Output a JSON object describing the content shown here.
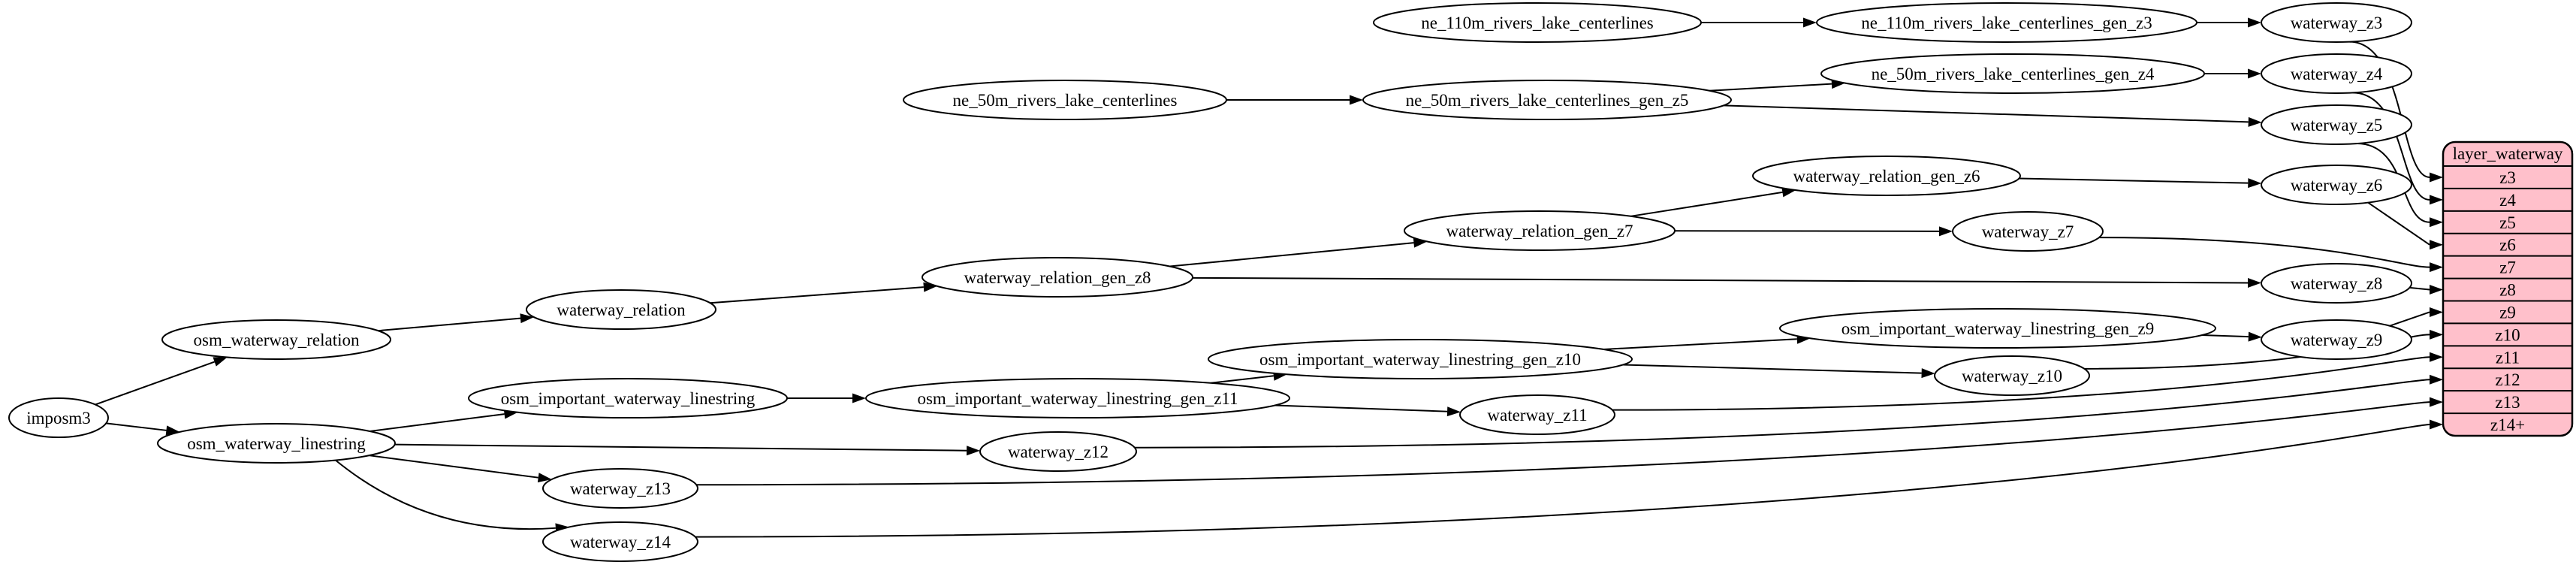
{
  "diagram": {
    "type": "graphviz-etl-graph",
    "nodes": [
      {
        "id": "imposm3",
        "label": "imposm3"
      },
      {
        "id": "osm_waterway_relation",
        "label": "osm_waterway_relation"
      },
      {
        "id": "osm_waterway_linestring",
        "label": "osm_waterway_linestring"
      },
      {
        "id": "waterway_relation",
        "label": "waterway_relation"
      },
      {
        "id": "osm_important_waterway_linestring",
        "label": "osm_important_waterway_linestring"
      },
      {
        "id": "waterway_relation_gen_z8",
        "label": "waterway_relation_gen_z8"
      },
      {
        "id": "waterway_relation_gen_z7",
        "label": "waterway_relation_gen_z7"
      },
      {
        "id": "waterway_relation_gen_z6",
        "label": "waterway_relation_gen_z6"
      },
      {
        "id": "ne_110m_rivers_lake_centerlines",
        "label": "ne_110m_rivers_lake_centerlines"
      },
      {
        "id": "ne_110m_rivers_lake_centerlines_gen_z3",
        "label": "ne_110m_rivers_lake_centerlines_gen_z3"
      },
      {
        "id": "ne_50m_rivers_lake_centerlines",
        "label": "ne_50m_rivers_lake_centerlines"
      },
      {
        "id": "ne_50m_rivers_lake_centerlines_gen_z5",
        "label": "ne_50m_rivers_lake_centerlines_gen_z5"
      },
      {
        "id": "ne_50m_rivers_lake_centerlines_gen_z4",
        "label": "ne_50m_rivers_lake_centerlines_gen_z4"
      },
      {
        "id": "osm_important_waterway_linestring_gen_z11",
        "label": "osm_important_waterway_linestring_gen_z11"
      },
      {
        "id": "osm_important_waterway_linestring_gen_z10",
        "label": "osm_important_waterway_linestring_gen_z10"
      },
      {
        "id": "osm_important_waterway_linestring_gen_z9",
        "label": "osm_important_waterway_linestring_gen_z9"
      },
      {
        "id": "waterway_z3",
        "label": "waterway_z3"
      },
      {
        "id": "waterway_z4",
        "label": "waterway_z4"
      },
      {
        "id": "waterway_z5",
        "label": "waterway_z5"
      },
      {
        "id": "waterway_z6",
        "label": "waterway_z6"
      },
      {
        "id": "waterway_z7",
        "label": "waterway_z7"
      },
      {
        "id": "waterway_z8",
        "label": "waterway_z8"
      },
      {
        "id": "waterway_z9",
        "label": "waterway_z9"
      },
      {
        "id": "waterway_z10",
        "label": "waterway_z10"
      },
      {
        "id": "waterway_z11",
        "label": "waterway_z11"
      },
      {
        "id": "waterway_z12",
        "label": "waterway_z12"
      },
      {
        "id": "waterway_z13",
        "label": "waterway_z13"
      },
      {
        "id": "waterway_z14",
        "label": "waterway_z14"
      }
    ],
    "table": {
      "id": "layer_waterway",
      "title": "layer_waterway",
      "rows": [
        "z3",
        "z4",
        "z5",
        "z6",
        "z7",
        "z8",
        "z9",
        "z10",
        "z11",
        "z12",
        "z13",
        "z14+"
      ]
    },
    "edges": [
      [
        "ne_110m_rivers_lake_centerlines",
        "ne_110m_rivers_lake_centerlines_gen_z3"
      ],
      [
        "ne_110m_rivers_lake_centerlines_gen_z3",
        "waterway_z3"
      ],
      [
        "ne_50m_rivers_lake_centerlines",
        "ne_50m_rivers_lake_centerlines_gen_z5"
      ],
      [
        "ne_50m_rivers_lake_centerlines_gen_z5",
        "ne_50m_rivers_lake_centerlines_gen_z4"
      ],
      [
        "ne_50m_rivers_lake_centerlines_gen_z5",
        "waterway_z5"
      ],
      [
        "ne_50m_rivers_lake_centerlines_gen_z4",
        "waterway_z4"
      ],
      [
        "imposm3",
        "osm_waterway_relation"
      ],
      [
        "imposm3",
        "osm_waterway_linestring"
      ],
      [
        "osm_waterway_relation",
        "waterway_relation"
      ],
      [
        "waterway_relation",
        "waterway_relation_gen_z8"
      ],
      [
        "waterway_relation_gen_z8",
        "waterway_relation_gen_z7"
      ],
      [
        "waterway_relation_gen_z8",
        "waterway_z8"
      ],
      [
        "waterway_relation_gen_z7",
        "waterway_relation_gen_z6"
      ],
      [
        "waterway_relation_gen_z7",
        "waterway_z7"
      ],
      [
        "waterway_relation_gen_z6",
        "waterway_z6"
      ],
      [
        "osm_waterway_linestring",
        "osm_important_waterway_linestring"
      ],
      [
        "osm_waterway_linestring",
        "waterway_z12"
      ],
      [
        "osm_waterway_linestring",
        "waterway_z13"
      ],
      [
        "osm_waterway_linestring",
        "waterway_z14"
      ],
      [
        "osm_important_waterway_linestring",
        "osm_important_waterway_linestring_gen_z11"
      ],
      [
        "osm_important_waterway_linestring_gen_z11",
        "osm_important_waterway_linestring_gen_z10"
      ],
      [
        "osm_important_waterway_linestring_gen_z11",
        "waterway_z11"
      ],
      [
        "osm_important_waterway_linestring_gen_z10",
        "osm_important_waterway_linestring_gen_z9"
      ],
      [
        "osm_important_waterway_linestring_gen_z10",
        "waterway_z10"
      ],
      [
        "osm_important_waterway_linestring_gen_z9",
        "waterway_z9"
      ],
      [
        "waterway_z3",
        "layer_waterway.z3"
      ],
      [
        "waterway_z4",
        "layer_waterway.z4"
      ],
      [
        "waterway_z5",
        "layer_waterway.z5"
      ],
      [
        "waterway_z6",
        "layer_waterway.z6"
      ],
      [
        "waterway_z7",
        "layer_waterway.z7"
      ],
      [
        "waterway_z8",
        "layer_waterway.z8"
      ],
      [
        "waterway_z9",
        "layer_waterway.z9"
      ],
      [
        "waterway_z10",
        "layer_waterway.z10"
      ],
      [
        "waterway_z11",
        "layer_waterway.z11"
      ],
      [
        "waterway_z12",
        "layer_waterway.z12"
      ],
      [
        "waterway_z13",
        "layer_waterway.z13"
      ],
      [
        "waterway_z14",
        "layer_waterway.z14+"
      ]
    ]
  },
  "colors": {
    "background": "#ffffff",
    "node_fill": "#ffffff",
    "stroke": "#000000",
    "table_fill": "#ffc0cb",
    "text": "#000000"
  }
}
